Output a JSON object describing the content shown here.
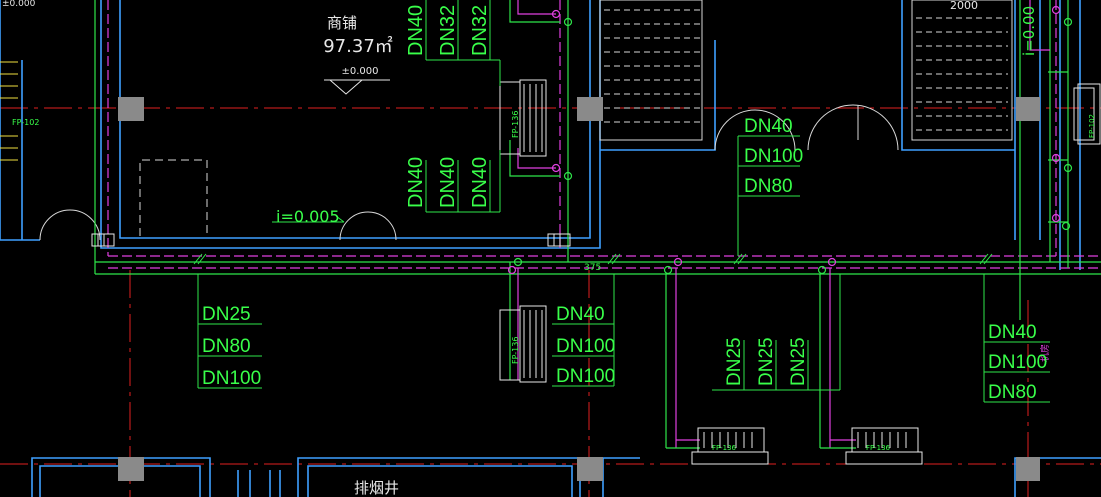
{
  "colors": {
    "background": "#000000",
    "wall": "#3fa0ff",
    "pipe_green": "#2ee64a",
    "pipe_magenta": "#e040e0",
    "axis_red": "#e02020",
    "white": "#ffffff",
    "text_white": "#e8e8e8",
    "text_green": "#39ff4a",
    "text_yellow": "#f0e040",
    "column_grey": "#8a8a8a",
    "text_cyan": "#9ff0ff"
  },
  "labels": {
    "room_name": "商铺",
    "room_area": "97.37㎡",
    "level_mark": "±0.000",
    "dim_top_left": "±0.000",
    "dim_top_right": "2000",
    "level_vertical": "i=0.00",
    "slope": "i=0.005",
    "fp_left": "FP-102",
    "fp_right": "FP-102",
    "fp_unit_1": "FP-136",
    "fp_unit_2": "FP-136",
    "fp_unit_3": "FP-136",
    "fp_unit_4": "FP-136",
    "smoke_shaft": "排烟井",
    "small_mark": "375",
    "small_mark_right": "机房"
  },
  "pipe_tags": {
    "top_vertical": [
      "DN40",
      "DN32",
      "DN32"
    ],
    "mid_vertical": [
      "DN40",
      "DN40",
      "DN40"
    ],
    "top_right_stack": [
      "DN40",
      "DN100",
      "DN80"
    ],
    "bottom_left_stack": [
      "DN25",
      "DN80",
      "DN100"
    ],
    "bottom_mid_stack": [
      "DN40",
      "DN100",
      "DN100"
    ],
    "bottom_vertical": [
      "DN25",
      "DN25",
      "DN25"
    ],
    "right_stack": [
      "DN40",
      "DN100",
      "DN80"
    ]
  }
}
